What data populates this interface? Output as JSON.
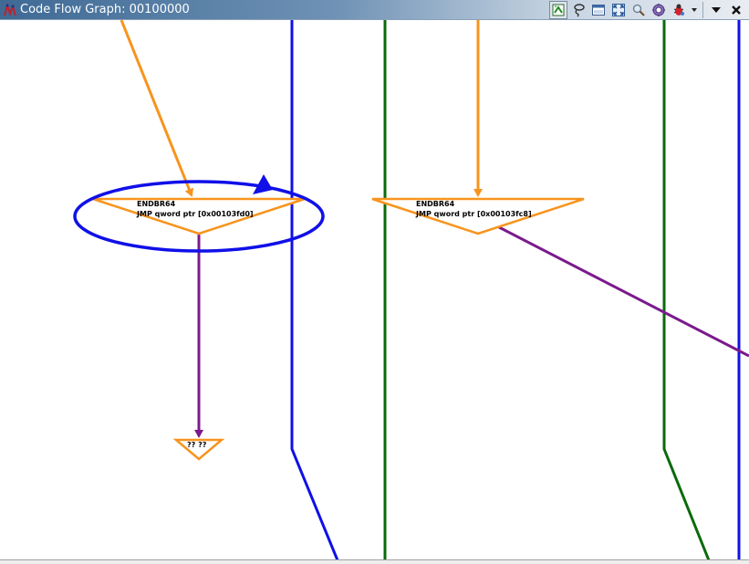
{
  "window": {
    "title": "Code Flow Graph: 00100000"
  },
  "toolbar": {
    "buttons": [
      {
        "name": "refresh-graph-icon",
        "active": true
      },
      {
        "name": "lasso-icon"
      },
      {
        "name": "window-icon"
      },
      {
        "name": "fit-to-window-icon"
      },
      {
        "name": "zoom-icon"
      },
      {
        "name": "settings-icon"
      },
      {
        "name": "bug-icon"
      },
      {
        "name": "dropdown-arrow-icon"
      },
      {
        "name": "menu-arrow-icon"
      },
      {
        "name": "close-icon"
      }
    ]
  },
  "graph": {
    "nodes": [
      {
        "id": "node-1",
        "line1": "ENDBR64",
        "line2": "JMP  qword ptr [0x00103fd0]",
        "selected": true
      },
      {
        "id": "node-2",
        "line1": "ENDBR64",
        "line2": "JMP  qword ptr [0x00103fc8]",
        "selected": false
      },
      {
        "id": "node-3",
        "line1": "?? ??",
        "selected": false
      }
    ],
    "colors": {
      "node_outline": "#f7941d",
      "edge_orange": "#f7941d",
      "edge_purple": "#7b1a8c",
      "edge_blue": "#1010e8",
      "edge_green": "#0a6a0a",
      "selection": "#1010e8"
    }
  }
}
